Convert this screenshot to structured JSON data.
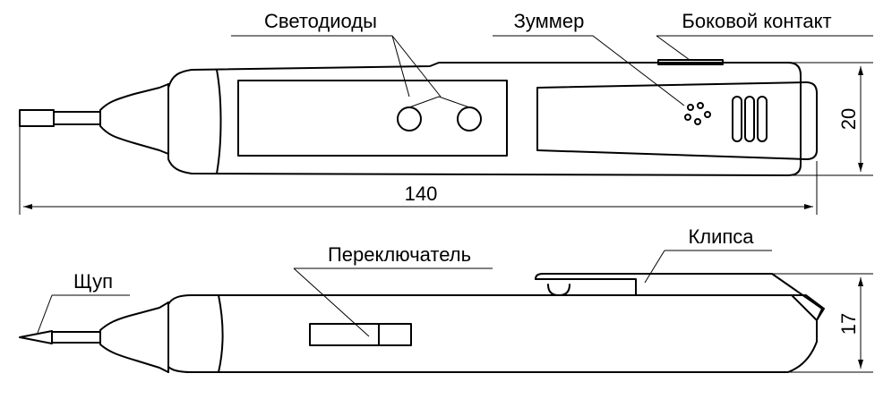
{
  "labels": {
    "leds": "Светодиоды",
    "buzzer": "Зуммер",
    "side_contact": "Боковой контакт",
    "switch": "Переключатель",
    "clip": "Клипса",
    "probe": "Щуп"
  },
  "dimensions": {
    "length": "140",
    "width_top": "20",
    "height_side": "17"
  }
}
